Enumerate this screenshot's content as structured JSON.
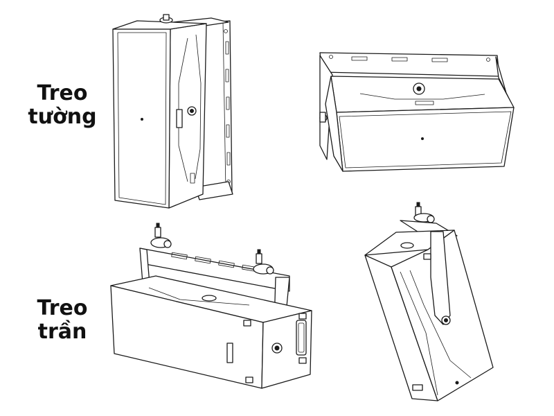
{
  "labels": {
    "wall_mount": {
      "line1": "Treo",
      "line2": "tường"
    },
    "ceiling_mount": {
      "line1": "Treo",
      "line2": "trần"
    }
  },
  "colors": {
    "line": "#1a1a1a",
    "background": "#ffffff",
    "text": "#111111"
  }
}
